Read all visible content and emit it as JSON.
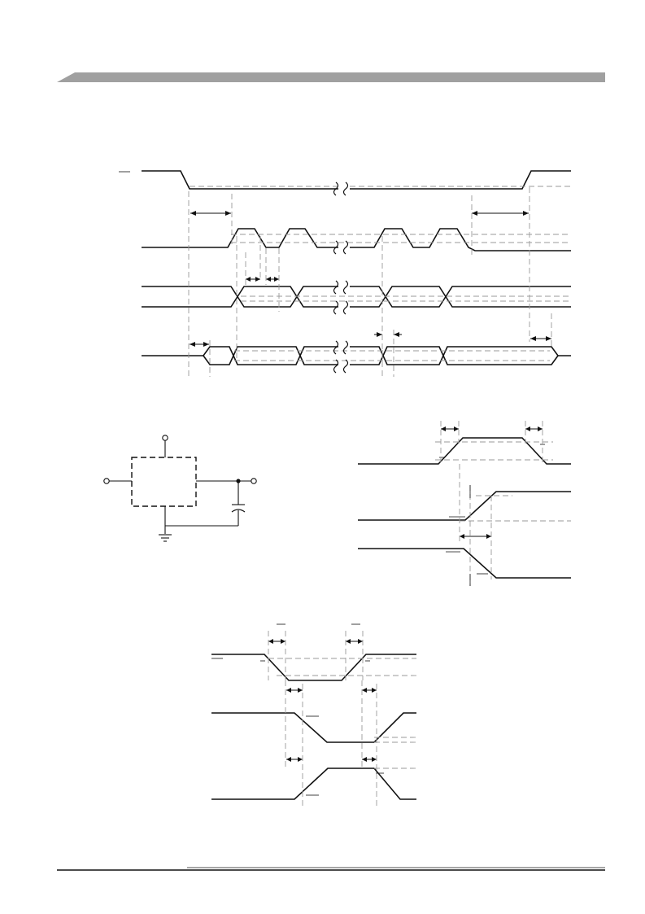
{
  "colors": {
    "header_bar": "#a0a0a0",
    "signal": "#111111",
    "reference_dashed": "#9a9a9a",
    "background": "#ffffff"
  },
  "figures": [
    {
      "id": "spi-timing",
      "kind": "timing-diagram",
      "waveforms": 4,
      "has_break_marks": true
    },
    {
      "id": "test-load",
      "kind": "schematic",
      "components": [
        "device-under-test-dashed-box",
        "input-terminal",
        "supply-terminal",
        "output-terminal",
        "load-capacitor",
        "ground"
      ]
    },
    {
      "id": "propagation-timing",
      "kind": "timing-diagram",
      "waveforms": 3,
      "has_break_marks": false
    },
    {
      "id": "enable-disable-timing",
      "kind": "timing-diagram",
      "waveforms": 3,
      "has_break_marks": false
    }
  ]
}
